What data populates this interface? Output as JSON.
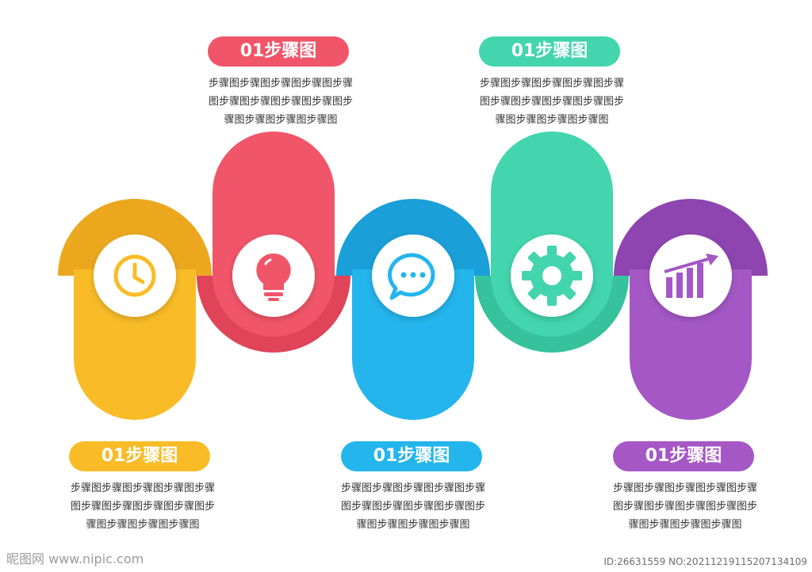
{
  "steps": [
    {
      "title": "01步骤图",
      "color": "#F9BC27",
      "dark": "#EBA81F",
      "icon": "clock-icon",
      "lines": [
        "步骤图步骤图步骤图步骤图步骤",
        "图步骤图步骤图步骤图步骤图步",
        "骤图步骤图步骤图步骤图"
      ]
    },
    {
      "title": "01步骤图",
      "color": "#F15569",
      "dark": "#DF4459",
      "icon": "lightbulb-icon",
      "lines": [
        "步骤图步骤图步骤图步骤图步骤",
        "图步骤图步骤图步骤图步骤图步",
        "骤图步骤图步骤图步骤图"
      ]
    },
    {
      "title": "01步骤图",
      "color": "#24B5EC",
      "dark": "#1A9FD8",
      "icon": "chat-bubble-icon",
      "lines": [
        "步骤图步骤图步骤图步骤图步骤",
        "图步骤图步骤图步骤图步骤图步",
        "骤图步骤图步骤图步骤图"
      ]
    },
    {
      "title": "01步骤图",
      "color": "#42D5AE",
      "dark": "#35C29C",
      "icon": "gear-icon",
      "lines": [
        "步骤图步骤图步骤图步骤图步骤",
        "图步骤图步骤图步骤图步骤图步",
        "骤图步骤图步骤图步骤图"
      ]
    },
    {
      "title": "01步骤图",
      "color": "#A457C5",
      "dark": "#8E45B0",
      "icon": "bar-chart-icon",
      "lines": [
        "步骤图步骤图步骤图步骤图步骤",
        "图步骤图步骤图步骤图步骤图步",
        "骤图步骤图步骤图步骤图"
      ]
    }
  ],
  "watermark": {
    "left": "昵图网 www.nipic.com",
    "right": "ID:26631559 NO:20211219115207134109"
  }
}
